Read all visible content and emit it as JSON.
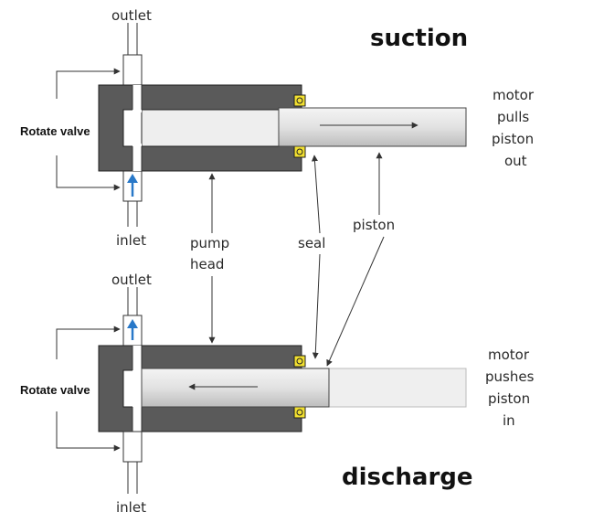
{
  "top": {
    "title": "suction",
    "outlet": "outlet",
    "inlet": "inlet",
    "rotate_valve": "Rotate valve",
    "motor_lines": [
      "motor",
      "pulls",
      "piston",
      "out"
    ]
  },
  "bottom": {
    "title": "discharge",
    "outlet": "outlet",
    "inlet": "inlet",
    "rotate_valve": "Rotate valve",
    "motor_lines": [
      "motor",
      "pushes",
      "piston",
      "in"
    ]
  },
  "callouts": {
    "pump_head": [
      "pump",
      "head"
    ],
    "seal": "seal",
    "piston": "piston"
  },
  "colors": {
    "head": "#5a5a5a",
    "piston": "#e0e0e0",
    "chamber": "#eeeeee",
    "seal": "#f2e030",
    "flow_arrow": "#2878c8"
  }
}
